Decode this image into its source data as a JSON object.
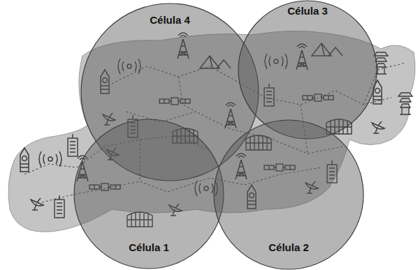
{
  "diagram": {
    "nodes": [
      {
        "text": [
          "Célula 4"
        ]
      },
      {
        "text": [
          "Célula 3"
        ]
      },
      {
        "text": [
          "Célula 1"
        ]
      },
      {
        "text": [
          "Célula 2"
        ]
      }
    ]
  }
}
